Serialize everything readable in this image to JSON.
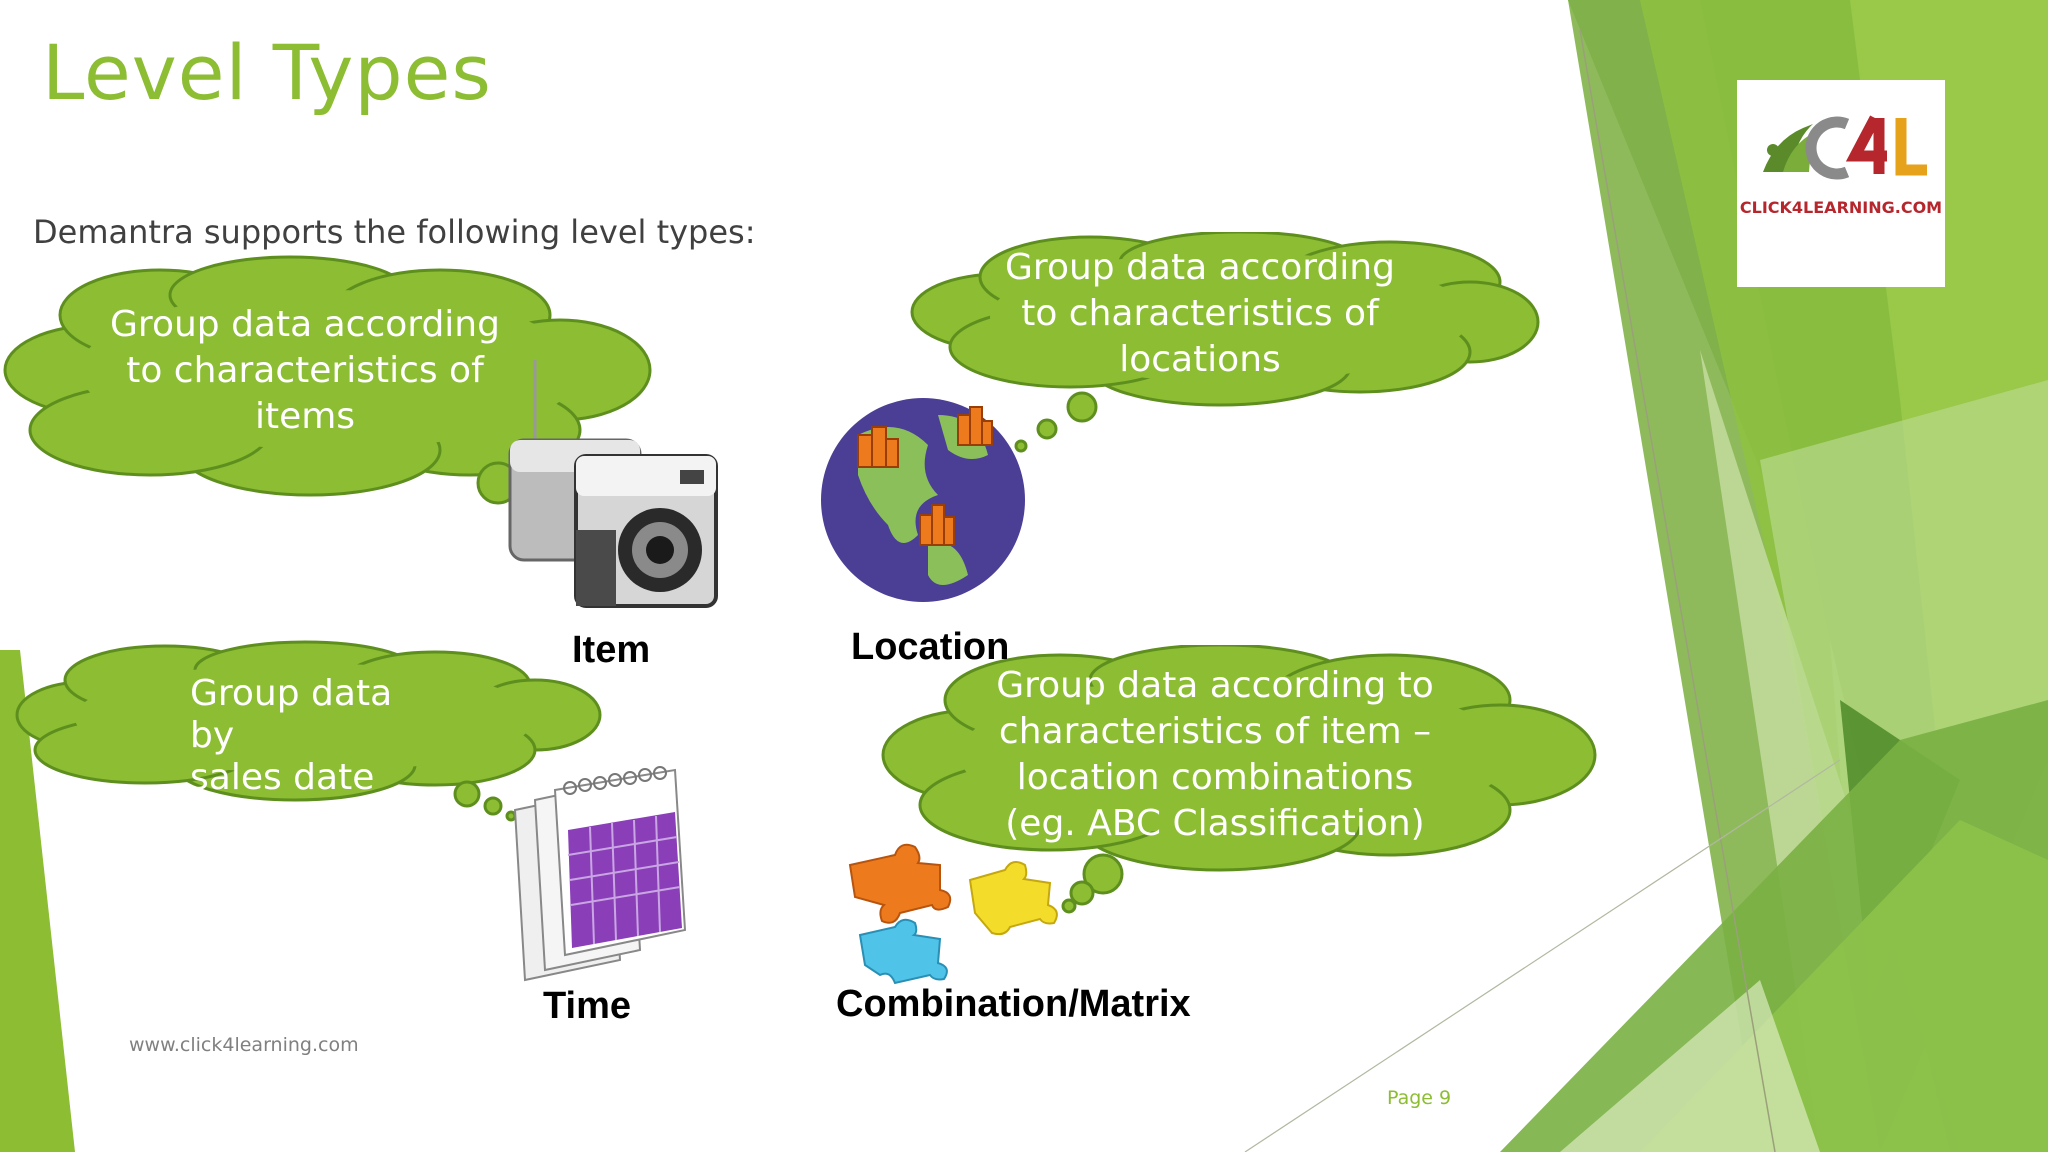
{
  "slide": {
    "title": "Level Types",
    "subtitle": "Demantra supports the following level types:",
    "footer_url": "www.click4learning.com",
    "page_number": "Page 9"
  },
  "logo": {
    "text": "CLICK4LEARNING.COM"
  },
  "clouds": {
    "item": [
      "Group data according",
      "to characteristics of",
      "items"
    ],
    "location": [
      "Group data according",
      "to characteristics of",
      "locations"
    ],
    "time": [
      "Group data by",
      "sales date"
    ],
    "combination": [
      "Group data according to",
      "characteristics of item –",
      "location combinations",
      "(eg. ABC Classification)"
    ]
  },
  "labels": {
    "item": "Item",
    "location": "Location",
    "time": "Time",
    "combination": "Combination/Matrix"
  },
  "icons": {
    "item": "camera-radio-icon",
    "location": "globe-warehouse-icon",
    "time": "calendar-icon",
    "combination": "puzzle-pieces-icon"
  },
  "colors": {
    "title": "#8cbd33",
    "cloud_fill": "#8cbd33",
    "cloud_stroke": "#5e8f1e",
    "accent_green": "#8cbd33",
    "logo_red": "#b5272d"
  }
}
